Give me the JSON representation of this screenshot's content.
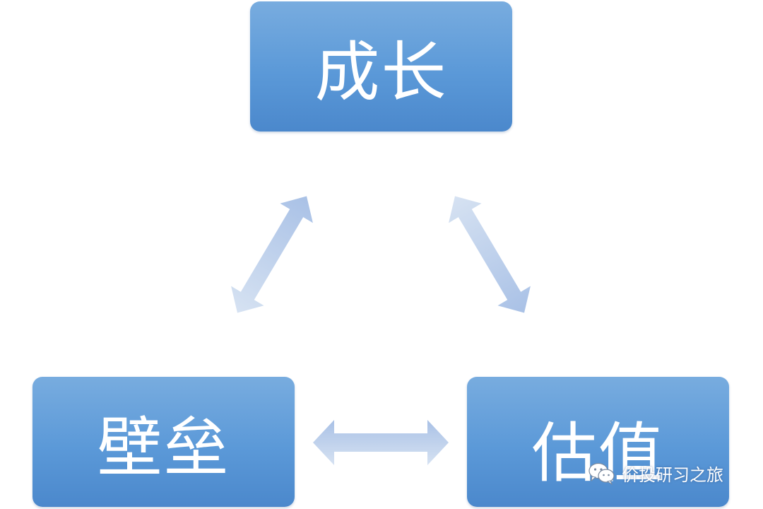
{
  "nodes": {
    "top": {
      "label": "成长"
    },
    "left": {
      "label": "壁垒"
    },
    "right": {
      "label": "估值"
    }
  },
  "edges": [
    {
      "from": "top",
      "to": "left",
      "style": "double-arrow"
    },
    {
      "from": "top",
      "to": "right",
      "style": "double-arrow"
    },
    {
      "from": "left",
      "to": "right",
      "style": "double-arrow"
    }
  ],
  "colors": {
    "node_top": "#78acdf",
    "node_bottom": "#4b88cc",
    "arrow_light": "#d6e2f2",
    "arrow_dark": "#a9c1e6",
    "text": "#ffffff"
  },
  "watermark": {
    "icon": "wechat-icon",
    "text": "价投研习之旅"
  }
}
